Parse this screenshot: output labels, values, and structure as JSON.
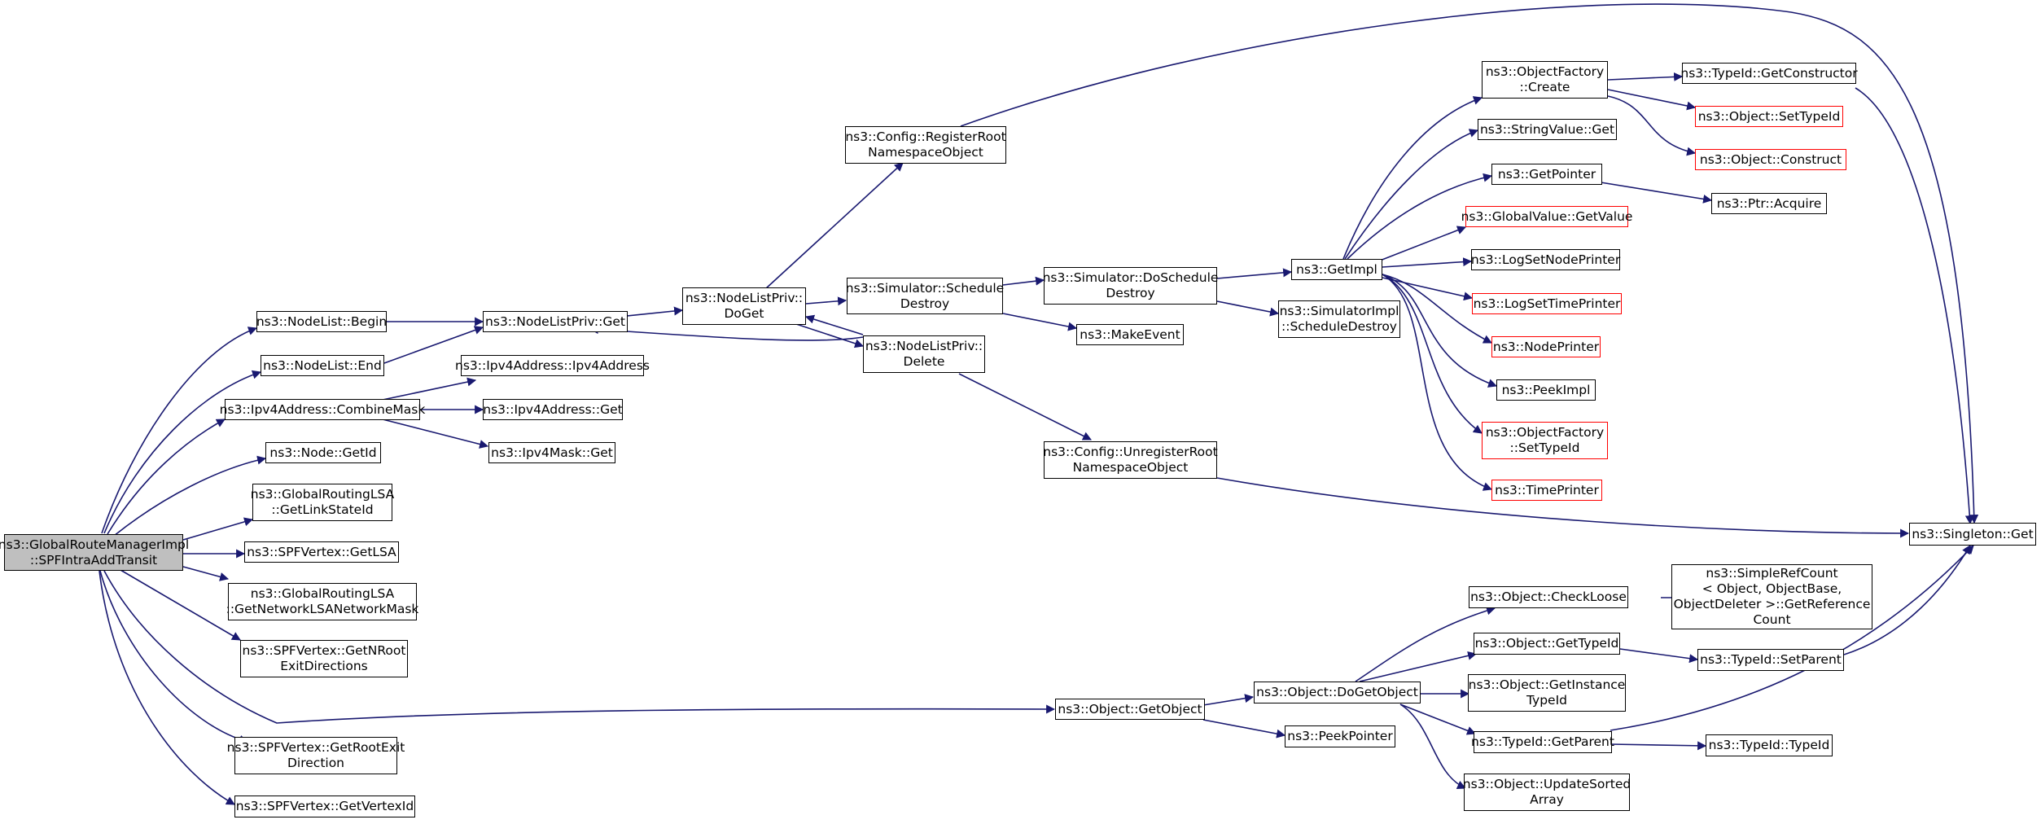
{
  "root": [
    "ns3::GlobalRouteManagerImpl",
    "::SPFIntraAddTransit"
  ],
  "nodes": {
    "nl_begin": [
      "ns3::NodeList::Begin"
    ],
    "nl_end": [
      "ns3::NodeList::End"
    ],
    "ipv4_combine": [
      "ns3::Ipv4Address::CombineMask"
    ],
    "node_getid": [
      "ns3::Node::GetId"
    ],
    "grlsa_linkstate": [
      "ns3::GlobalRoutingLSA",
      "::GetLinkStateId"
    ],
    "spf_getlsa": [
      "ns3::SPFVertex::GetLSA"
    ],
    "grlsa_netmask": [
      "ns3::GlobalRoutingLSA",
      "::GetNetworkLSANetworkMask"
    ],
    "spf_nroot": [
      "ns3::SPFVertex::GetNRoot",
      "ExitDirections"
    ],
    "spf_rootexit": [
      "ns3::SPFVertex::GetRootExit",
      "Direction"
    ],
    "spf_vertexid": [
      "ns3::SPFVertex::GetVertexId"
    ],
    "nlp_get": [
      "ns3::NodeListPriv::Get"
    ],
    "ipv4_ctor": [
      "ns3::Ipv4Address::Ipv4Address"
    ],
    "ipv4_get": [
      "ns3::Ipv4Address::Get"
    ],
    "ipv4mask_get": [
      "ns3::Ipv4Mask::Get"
    ],
    "nlp_doget": [
      "ns3::NodeListPriv::",
      "DoGet"
    ],
    "cfg_register": [
      "ns3::Config::RegisterRoot",
      "NamespaceObject"
    ],
    "sim_sched_destroy": [
      "ns3::Simulator::Schedule",
      "Destroy"
    ],
    "nlp_delete": [
      "ns3::NodeListPriv::",
      "Delete"
    ],
    "cfg_unregister": [
      "ns3::Config::UnregisterRoot",
      "NamespaceObject"
    ],
    "sim_dosched": [
      "ns3::Simulator::DoSchedule",
      "Destroy"
    ],
    "make_event": [
      "ns3::MakeEvent"
    ],
    "get_impl": [
      "ns3::GetImpl"
    ],
    "simimpl_sched": [
      "ns3::SimulatorImpl",
      "::ScheduleDestroy"
    ],
    "of_create": [
      "ns3::ObjectFactory",
      "::Create"
    ],
    "strval_get": [
      "ns3::StringValue::Get"
    ],
    "get_pointer": [
      "ns3::GetPointer"
    ],
    "gv_getvalue": [
      "ns3::GlobalValue::GetValue"
    ],
    "log_node_printer": [
      "ns3::LogSetNodePrinter"
    ],
    "log_time_printer": [
      "ns3::LogSetTimePrinter"
    ],
    "node_printer": [
      "ns3::NodePrinter"
    ],
    "peek_impl": [
      "ns3::PeekImpl"
    ],
    "of_settypeid": [
      "ns3::ObjectFactory",
      "::SetTypeId"
    ],
    "time_printer": [
      "ns3::TimePrinter"
    ],
    "typeid_getctor": [
      "ns3::TypeId::GetConstructor"
    ],
    "obj_settypeid": [
      "ns3::Object::SetTypeId"
    ],
    "obj_construct": [
      "ns3::Object::Construct"
    ],
    "ptr_acquire": [
      "ns3::Ptr::Acquire"
    ],
    "singleton_get": [
      "ns3::Singleton::Get"
    ],
    "obj_getobject": [
      "ns3::Object::GetObject"
    ],
    "obj_dogetobject": [
      "ns3::Object::DoGetObject"
    ],
    "peek_pointer": [
      "ns3::PeekPointer"
    ],
    "obj_checkloose": [
      "ns3::Object::CheckLoose"
    ],
    "obj_gettypeid": [
      "ns3::Object::GetTypeId"
    ],
    "obj_getinstance": [
      "ns3::Object::GetInstance",
      "TypeId"
    ],
    "typeid_getparent": [
      "ns3::TypeId::GetParent"
    ],
    "obj_updatesorted": [
      "ns3::Object::UpdateSorted",
      "Array"
    ],
    "simplerefcount": [
      "ns3::SimpleRefCount",
      "< Object, ObjectBase,",
      " ObjectDeleter >::GetReference",
      "Count"
    ],
    "typeid_setparent": [
      "ns3::TypeId::SetParent"
    ],
    "typeid_typeid": [
      "ns3::TypeId::TypeId"
    ]
  },
  "truncated": [
    "gv_getvalue",
    "log_time_printer",
    "node_printer",
    "of_settypeid",
    "time_printer",
    "obj_settypeid",
    "obj_construct"
  ],
  "colors": {
    "edge": "#191970",
    "truncated_border": "#ff0000",
    "root_fill": "#bfbfbf"
  }
}
